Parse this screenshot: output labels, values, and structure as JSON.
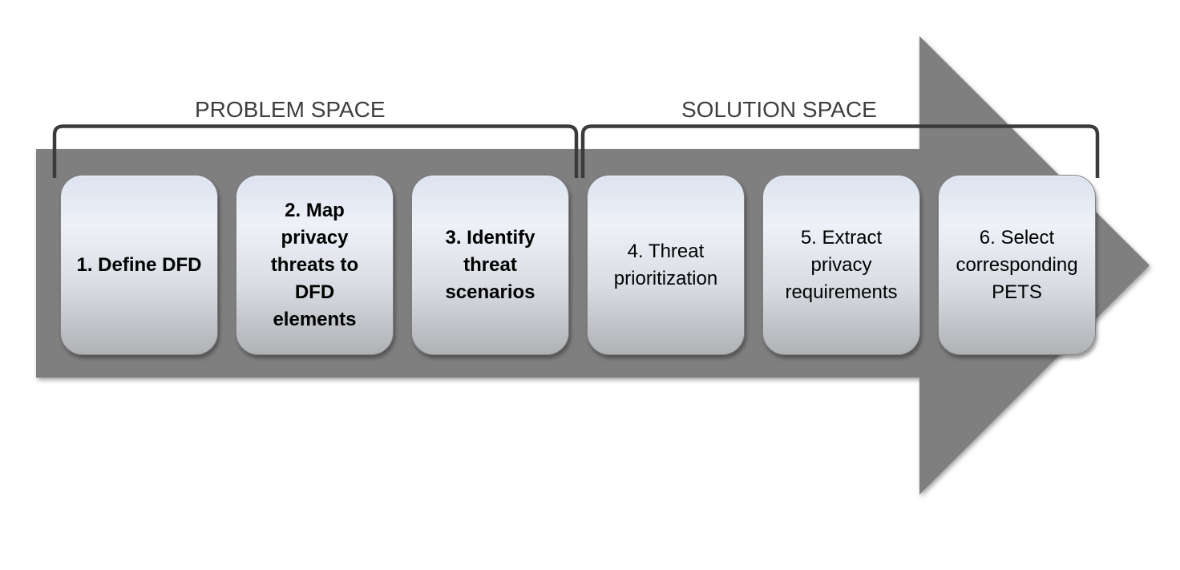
{
  "spaces": [
    {
      "label": "PROBLEM SPACE"
    },
    {
      "label": "SOLUTION SPACE"
    }
  ],
  "steps": [
    {
      "label": "1. Define DFD",
      "emphasis": true
    },
    {
      "label": "2. Map\nprivacy\nthreats to\nDFD\nelements",
      "emphasis": true
    },
    {
      "label": "3. Identify\nthreat\nscenarios",
      "emphasis": true
    },
    {
      "label": "4. Threat\nprioritization",
      "emphasis": false
    },
    {
      "label": "5. Extract\nprivacy\nrequirements",
      "emphasis": false
    },
    {
      "label": "6. Select\ncorresponding\nPETS",
      "emphasis": false
    }
  ],
  "colors": {
    "arrow_gray": "#7f7f7f",
    "bracket": "#3b3b3b",
    "space_label_text": "#3f3f3f",
    "box_gradient_top": "#dce3f0",
    "box_gradient_bottom": "#afb1b5",
    "step_text": "#000000"
  }
}
